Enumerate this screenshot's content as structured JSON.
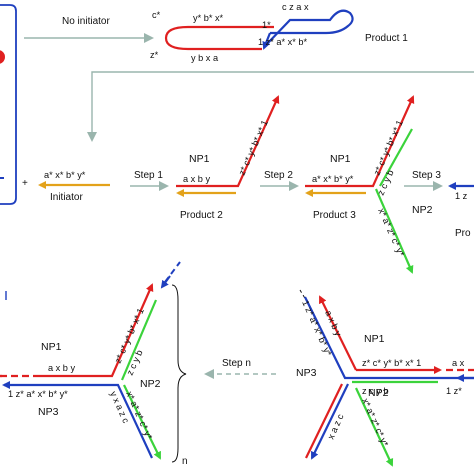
{
  "colors": {
    "red": "#e02020",
    "blue": "#1f3fbf",
    "green": "#3bd33b",
    "orange": "#e3a21a",
    "gray_arrow": "#9ab5ad",
    "ink": "#111111"
  },
  "product1": {
    "label": "Product 1",
    "arrow_label": "No initiator",
    "top_seq": "c  z  a  x",
    "mid_seq": "1  z*  a*  x*  b*",
    "one_star": "1*",
    "cstar": "c*",
    "zstar": "z*",
    "upper_seq": "y*  b*  x*",
    "lower_seq": "y  b  x  a"
  },
  "step_row": {
    "plus": "+",
    "initiator_seq": "a*  x*  b*  y*",
    "initiator_label": "Initiator",
    "step1": "Step 1",
    "step2": "Step 2",
    "step3": "Step 3",
    "np1": "NP1",
    "np2": "NP2",
    "p2_seq": "a  x  b  y",
    "p2_diag": "z* c* y* b* x* 1",
    "p2_label": "Product 2",
    "p3_seq": "a*  x*  b*  y*",
    "p3_diag": "z* c* y* b* x* 1",
    "p3_green_seq": "z  c  y  b",
    "p3_green_diag": "x* a* z* c* y*",
    "p3_label": "Product 3",
    "p4_seq": "1  z",
    "p4_label": "Pro"
  },
  "bottom_left": {
    "np1": "NP1",
    "np2": "NP2",
    "np3": "NP3",
    "red_seq": "a  x  b  y",
    "red_diag": "z* c* y* b* x* 1",
    "green_seq": "z  c  y  b",
    "blue_seq": "1  z*  a*  x*  b*  y*",
    "blue_diag": "y  x  a  z  c",
    "green_diag": "x* a* z* c* y*",
    "n_label": "n"
  },
  "step_n": "Step n",
  "bottom_right": {
    "np1": "NP1",
    "np2": "NP2",
    "np3": "NP3",
    "blue_diag": "1 z* a* x* b* y*",
    "red_diag_up": "a x b y",
    "red_seq": "z*  c*  y*  b*  x*  1",
    "green_seq": "z  c  y  b",
    "blue_lower": "x  a  z  c",
    "green_lower": "x* a* z* c* y*",
    "right_seq": "a  x",
    "right_seq2": "1  z*"
  }
}
